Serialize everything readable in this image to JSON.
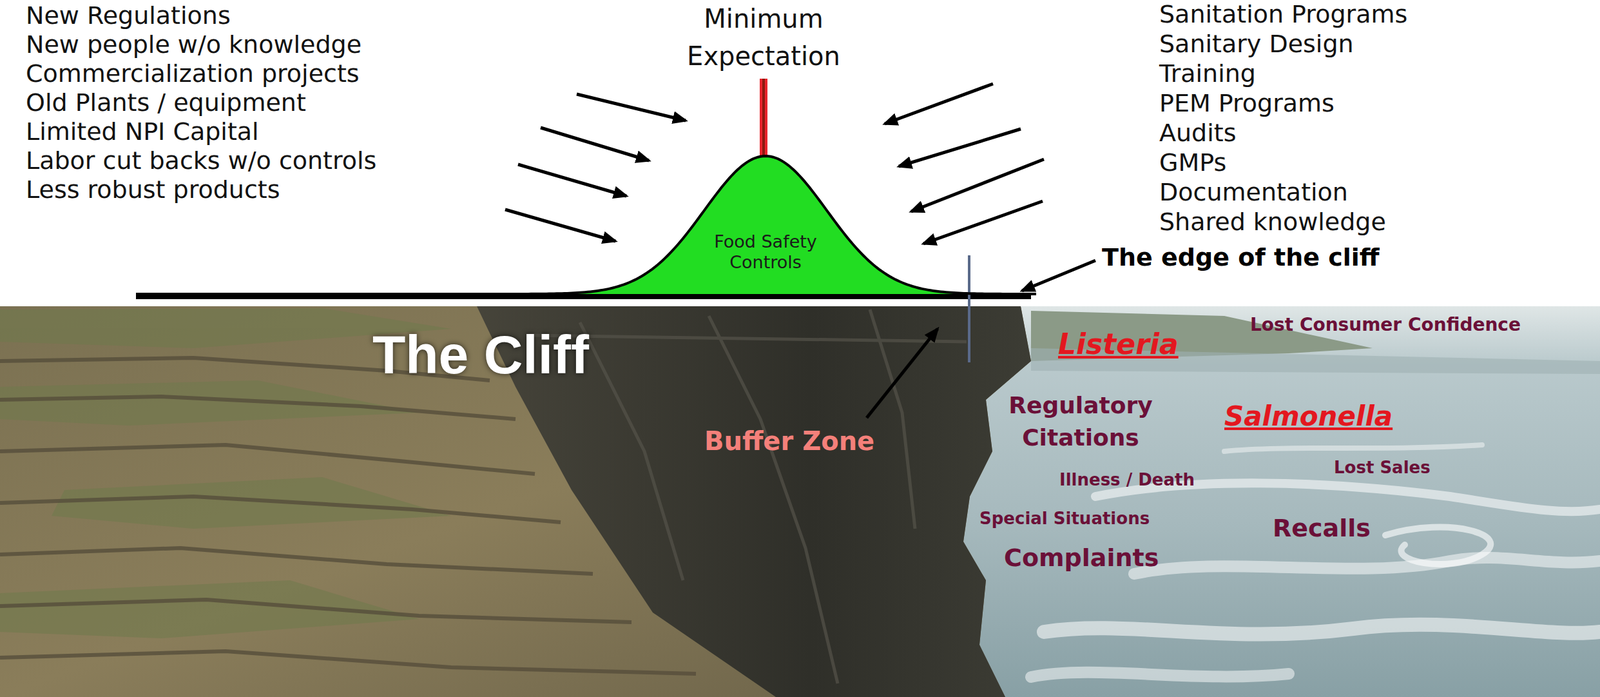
{
  "diagram": {
    "nodes": [
      {
        "text": [
          "Food Safety Controls"
        ]
      }
    ],
    "labels": [
      "New Regulations",
      "New people w/o knowledge",
      "Commercialization projects",
      "Old Plants / equipment",
      "Limited NPI Capital",
      "Labor cut backs w/o controls",
      "Less robust products",
      "Minimum Expectation",
      "Sanitation Programs",
      "Sanitary Design",
      "Training",
      "PEM Programs",
      "Audits",
      "GMPs",
      "Documentation",
      "Shared knowledge",
      "The edge of the cliff",
      "The Cliff",
      "Listeria",
      "Lost Consumer Confidence",
      "Buffer Zone",
      "Regulatory Citations",
      "Salmonella",
      "Illness / Death",
      "Lost Sales",
      "Special Situations",
      "Recalls",
      "Complaints"
    ]
  }
}
